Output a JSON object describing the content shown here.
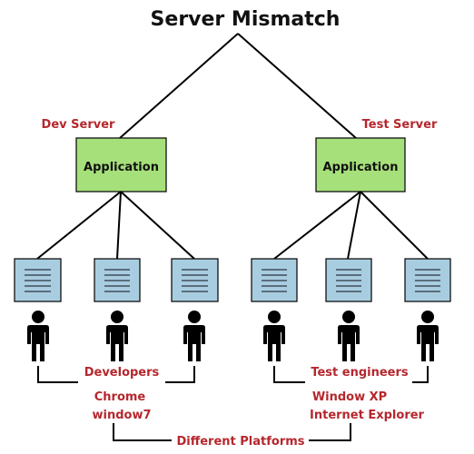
{
  "title": "Server Mismatch",
  "servers": {
    "dev": {
      "label": "Dev Server",
      "app_label": "Application"
    },
    "test": {
      "label": "Test Server",
      "app_label": "Application"
    }
  },
  "groups": {
    "developers": "Developers",
    "testers": "Test engineers"
  },
  "platforms": {
    "dev_line1": "Chrome",
    "dev_line2": "window7",
    "test_line1": "Window XP",
    "test_line2": "Internet Explorer",
    "footer": "Different Platforms"
  },
  "colors": {
    "accent_red": "#b5272d",
    "app_green": "#a6e07a",
    "doc_blue": "#a9cde0"
  },
  "icons": {
    "document": "document-icon",
    "person": "person-icon"
  }
}
